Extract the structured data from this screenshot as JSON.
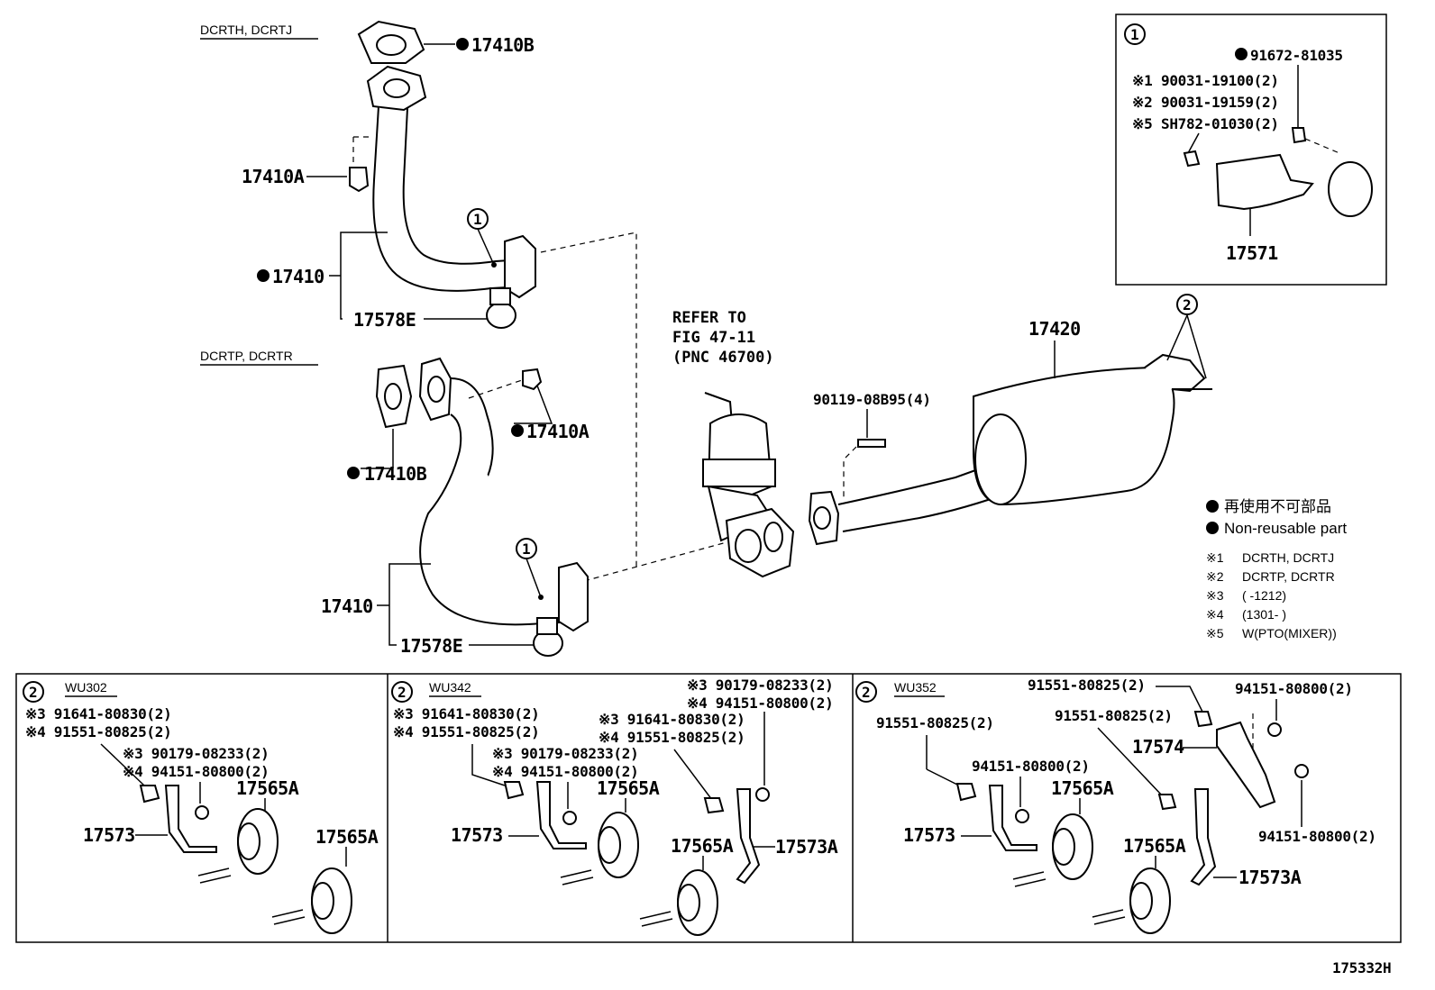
{
  "legend": {
    "non_reusable_ja": "再使用不可部品",
    "non_reusable_en": "Non-reusable part",
    "notes": [
      {
        "mark": "※1",
        "text": "DCRTH, DCRTJ"
      },
      {
        "mark": "※2",
        "text": "DCRTP, DCRTR"
      },
      {
        "mark": "※3",
        "text": "(      -1212)"
      },
      {
        "mark": "※4",
        "text": "(1301-      )"
      },
      {
        "mark": "※5",
        "text": "W(PTO(MIXER))"
      }
    ]
  },
  "model_groups": {
    "top": "DCRTH, DCRTJ",
    "middle": "DCRTP, DCRTR"
  },
  "parts": {
    "p17410B_top": "17410B",
    "p17410A_top": "17410A",
    "p17410_top": "17410",
    "p17578E_top": "17578E",
    "p17410A_mid": "17410A",
    "p17410B_mid": "17410B",
    "p17410_mid": "17410",
    "p17578E_mid": "17578E",
    "p17420": "17420",
    "p90119": "90119-08B95(4)",
    "refer": [
      "REFER TO",
      "FIG 47-11",
      "(PNC 46700)"
    ],
    "callout1": "1",
    "callout2": "2"
  },
  "inset1": {
    "callout": "1",
    "bolt": "91672-81035",
    "lines": [
      {
        "mark": "※1",
        "pn": "90031-19100(2)"
      },
      {
        "mark": "※2",
        "pn": "90031-19159(2)"
      },
      {
        "mark": "※5",
        "pn": "SH782-01030(2)"
      }
    ],
    "bracket": "17571"
  },
  "panels": [
    {
      "callout": "2",
      "model": "WU302",
      "l1": "※3 91641-80830(2)",
      "l2": "※4 91551-80825(2)",
      "l3": "※3 90179-08233(2)",
      "l4": "※4 94151-80800(2)",
      "bracket": "17573",
      "mount_a": "17565A",
      "mount_b": "17565A"
    },
    {
      "callout": "2",
      "model": "WU342",
      "l1": "※3 91641-80830(2)",
      "l2": "※4 91551-80825(2)",
      "l3": "※3 90179-08233(2)",
      "l4": "※4 94151-80800(2)",
      "r1": "※3 90179-08233(2)",
      "r2": "※4 94151-80800(2)",
      "r3": "※3 91641-80830(2)",
      "r4": "※4 91551-80825(2)",
      "bracket": "17573",
      "mount_a": "17565A",
      "mount_b": "17565A",
      "bracket_b": "17573A"
    },
    {
      "callout": "2",
      "model": "WU352",
      "p1": "91551-80825(2)",
      "p2": "94151-80800(2)",
      "p3": "91551-80825(2)",
      "p4": "91551-80825(2)",
      "p5": "94151-80800(2)",
      "p6": "94151-80800(2)",
      "hanger": "17574",
      "bracket": "17573",
      "mount_a": "17565A",
      "mount_b": "17565A",
      "bracket_b": "17573A"
    }
  ],
  "figure_id": "175332H"
}
